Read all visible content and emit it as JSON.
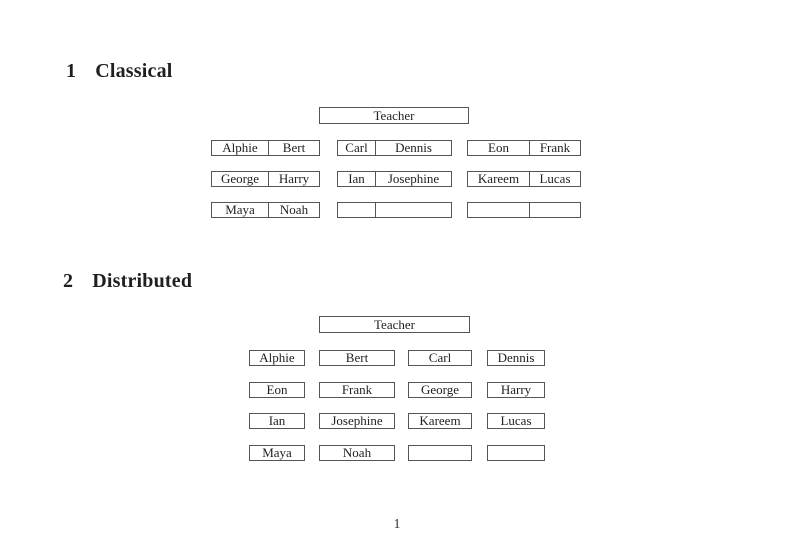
{
  "page_number": "1",
  "colors": {
    "background": "#ffffff",
    "border": "#555555",
    "text": "#1f1f1f"
  },
  "sections": {
    "classical": {
      "number": "1",
      "title": "Classical",
      "teacher_label": "Teacher",
      "desks": [
        {
          "seats": [
            "Alphie",
            "Bert"
          ]
        },
        {
          "seats": [
            "Carl",
            "Dennis"
          ]
        },
        {
          "seats": [
            "Eon",
            "Frank"
          ]
        },
        {
          "seats": [
            "George",
            "Harry"
          ]
        },
        {
          "seats": [
            "Ian",
            "Josephine"
          ]
        },
        {
          "seats": [
            "Kareem",
            "Lucas"
          ]
        },
        {
          "seats": [
            "Maya",
            "Noah"
          ]
        },
        {
          "seats": [
            "",
            ""
          ]
        },
        {
          "seats": [
            "",
            ""
          ]
        }
      ]
    },
    "distributed": {
      "number": "2",
      "title": "Distributed",
      "teacher_label": "Teacher",
      "seats": [
        "Alphie",
        "Bert",
        "Carl",
        "Dennis",
        "Eon",
        "Frank",
        "George",
        "Harry",
        "Ian",
        "Josephine",
        "Kareem",
        "Lucas",
        "Maya",
        "Noah",
        "",
        ""
      ]
    }
  }
}
